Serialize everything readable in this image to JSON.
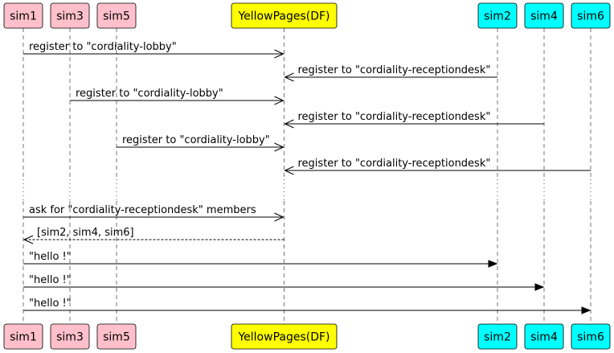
{
  "participants": [
    {
      "id": "sim1",
      "label": "sim1",
      "color": "#FFC0CB"
    },
    {
      "id": "sim3",
      "label": "sim3",
      "color": "#FFC0CB"
    },
    {
      "id": "sim5",
      "label": "sim5",
      "color": "#FFC0CB"
    },
    {
      "id": "yp",
      "label": "YellowPages(DF)",
      "color": "#FFFF00"
    },
    {
      "id": "sim2",
      "label": "sim2",
      "color": "#00FFFF"
    },
    {
      "id": "sim4",
      "label": "sim4",
      "color": "#00FFFF"
    },
    {
      "id": "sim6",
      "label": "sim6",
      "color": "#00FFFF"
    }
  ],
  "messages": [
    {
      "from": "sim1",
      "to": "yp",
      "label": "register to \"cordiality-lobby\"",
      "arrow": "open",
      "line": "solid"
    },
    {
      "from": "sim2",
      "to": "yp",
      "label": "register to \"cordiality-receptiondesk\"",
      "arrow": "open",
      "line": "solid"
    },
    {
      "from": "sim3",
      "to": "yp",
      "label": "register to \"cordiality-lobby\"",
      "arrow": "open",
      "line": "solid"
    },
    {
      "from": "sim4",
      "to": "yp",
      "label": "register to \"cordiality-receptiondesk\"",
      "arrow": "open",
      "line": "solid"
    },
    {
      "from": "sim5",
      "to": "yp",
      "label": "register to \"cordiality-lobby\"",
      "arrow": "open",
      "line": "solid"
    },
    {
      "from": "sim6",
      "to": "yp",
      "label": "register to \"cordiality-receptiondesk\"",
      "arrow": "open",
      "line": "solid"
    },
    {
      "from": "sim1",
      "to": "yp",
      "label": "ask for \"cordiality-receptiondesk\" members",
      "arrow": "open",
      "line": "solid"
    },
    {
      "from": "yp",
      "to": "sim1",
      "label": "[sim2, sim4, sim6]",
      "arrow": "open",
      "line": "dashed"
    },
    {
      "from": "sim1",
      "to": "sim2",
      "label": "\"hello !\"",
      "arrow": "filled",
      "line": "solid"
    },
    {
      "from": "sim1",
      "to": "sim4",
      "label": "\"hello !\"",
      "arrow": "filled",
      "line": "solid"
    },
    {
      "from": "sim1",
      "to": "sim6",
      "label": "\"hello !\"",
      "arrow": "filled",
      "line": "solid"
    }
  ]
}
